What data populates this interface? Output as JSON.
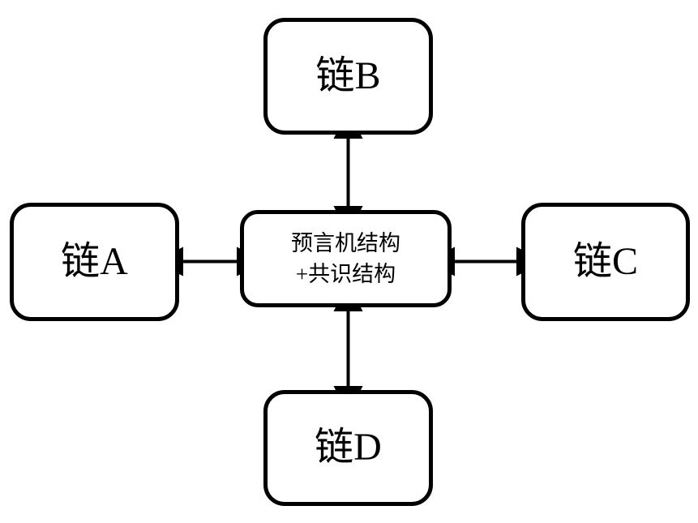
{
  "diagram": {
    "title": "",
    "background_color": "#ffffff",
    "stroke_color": "#000000",
    "nodes": [
      {
        "id": "chain-a",
        "label": "链A"
      },
      {
        "id": "chain-b",
        "label": "链B"
      },
      {
        "id": "chain-c",
        "label": "链C"
      },
      {
        "id": "chain-d",
        "label": "链D"
      },
      {
        "id": "hub",
        "label": "预言机结构\n+共识结构"
      }
    ],
    "connectors": [
      {
        "id": "a-hub",
        "from": "chain-a",
        "to": "hub",
        "style": "double-arrow",
        "orientation": "horizontal"
      },
      {
        "id": "hub-c",
        "from": "hub",
        "to": "chain-c",
        "style": "double-arrow",
        "orientation": "horizontal"
      },
      {
        "id": "b-hub",
        "from": "chain-b",
        "to": "hub",
        "style": "double-arrow",
        "orientation": "vertical"
      },
      {
        "id": "hub-d",
        "from": "hub",
        "to": "chain-d",
        "style": "double-arrow",
        "orientation": "vertical"
      }
    ]
  }
}
